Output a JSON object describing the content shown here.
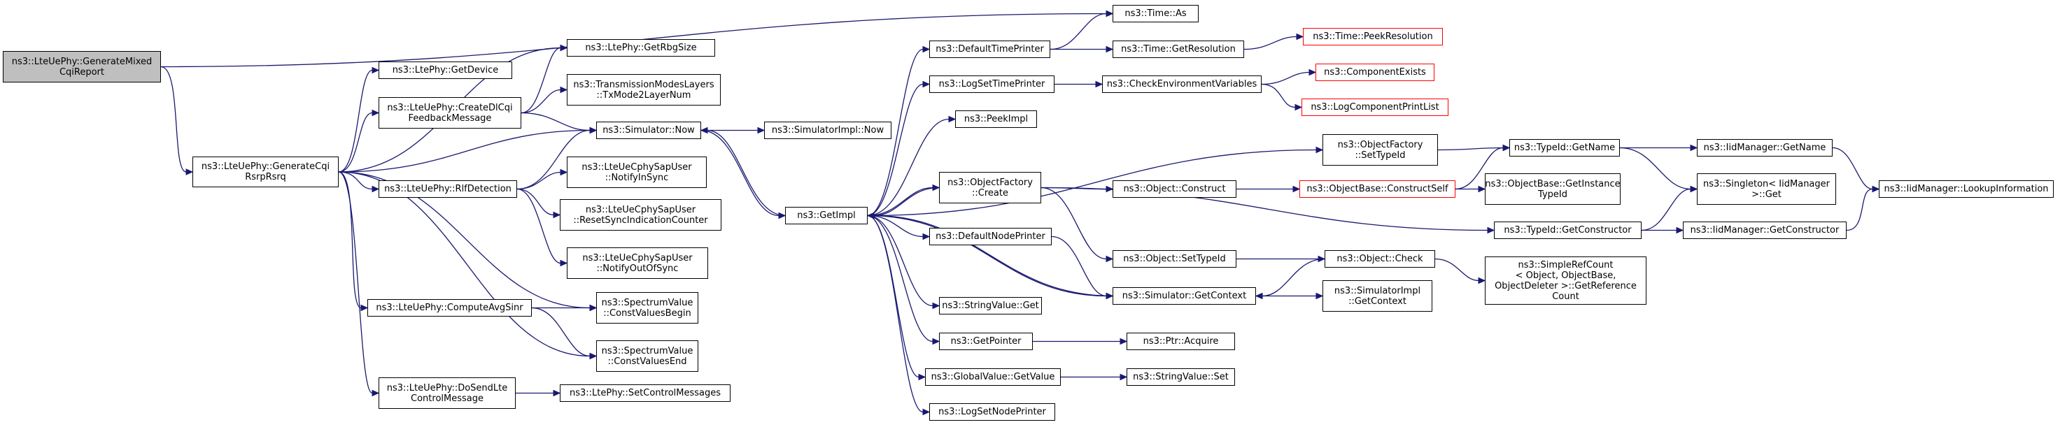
{
  "colors": {
    "edge": "#191970",
    "node_border": "#000000",
    "truncated_border": "#ff0000",
    "root_fill": "#bfbfbf"
  },
  "nodes": [
    {
      "id": "root",
      "label": "ns3::LteUePhy::GenerateMixed\nCqiReport",
      "root": true
    },
    {
      "id": "gencqi",
      "label": "ns3::LteUePhy::GenerateCqi\nRsrpRsrq"
    },
    {
      "id": "getdevice",
      "label": "ns3::LtePhy::GetDevice"
    },
    {
      "id": "getrbgsize",
      "label": "ns3::LtePhy::GetRbgSize"
    },
    {
      "id": "createdlcqi",
      "label": "ns3::LteUePhy::CreateDlCqi\nFeedbackMessage"
    },
    {
      "id": "txmode",
      "label": "ns3::TransmissionModesLayers\n::TxMode2LayerNum"
    },
    {
      "id": "simnow",
      "label": "ns3::Simulator::Now"
    },
    {
      "id": "simimplnow",
      "label": "ns3::SimulatorImpl::Now"
    },
    {
      "id": "rlf",
      "label": "ns3::LteUePhy::RlfDetection"
    },
    {
      "id": "notifyinsync",
      "label": "ns3::LteUeCphySapUser\n::NotifyInSync"
    },
    {
      "id": "resetsync",
      "label": "ns3::LteUeCphySapUser\n::ResetSyncIndicationCounter"
    },
    {
      "id": "notifyout",
      "label": "ns3::LteUeCphySapUser\n::NotifyOutOfSync"
    },
    {
      "id": "avgsinr",
      "label": "ns3::LteUePhy::ComputeAvgSinr"
    },
    {
      "id": "cvbegin",
      "label": "ns3::SpectrumValue\n::ConstValuesBegin"
    },
    {
      "id": "cvend",
      "label": "ns3::SpectrumValue\n::ConstValuesEnd"
    },
    {
      "id": "dosendlte",
      "label": "ns3::LteUePhy::DoSendLte\nControlMessage"
    },
    {
      "id": "setctrl",
      "label": "ns3::LtePhy::SetControlMessages"
    },
    {
      "id": "getimpl",
      "label": "ns3::GetImpl"
    },
    {
      "id": "defaulttime",
      "label": "ns3::DefaultTimePrinter"
    },
    {
      "id": "timeas",
      "label": "ns3::Time::As"
    },
    {
      "id": "getres",
      "label": "ns3::Time::GetResolution"
    },
    {
      "id": "peekres",
      "label": "ns3::Time::PeekResolution",
      "truncated": true
    },
    {
      "id": "logsettime",
      "label": "ns3::LogSetTimePrinter"
    },
    {
      "id": "checkenv",
      "label": "ns3::CheckEnvironmentVariables"
    },
    {
      "id": "compexists",
      "label": "ns3::ComponentExists",
      "truncated": true
    },
    {
      "id": "logcomplist",
      "label": "ns3::LogComponentPrintList",
      "truncated": true
    },
    {
      "id": "peekimpl",
      "label": "ns3::PeekImpl"
    },
    {
      "id": "objfactset",
      "label": "ns3::ObjectFactory\n::SetTypeId"
    },
    {
      "id": "typeidname",
      "label": "ns3::TypeId::GetName"
    },
    {
      "id": "iidname",
      "label": "ns3::IidManager::GetName"
    },
    {
      "id": "iidlookup",
      "label": "ns3::IidManager::LookupInformation"
    },
    {
      "id": "objfactcreate",
      "label": "ns3::ObjectFactory\n::Create"
    },
    {
      "id": "objconstruct",
      "label": "ns3::Object::Construct"
    },
    {
      "id": "constructself",
      "label": "ns3::ObjectBase::ConstructSelf",
      "truncated": true
    },
    {
      "id": "getinsttype",
      "label": "ns3::ObjectBase::GetInstance\nTypeId"
    },
    {
      "id": "singleton",
      "label": "ns3::Singleton< IidManager\n>::Get"
    },
    {
      "id": "typeidctor",
      "label": "ns3::TypeId::GetConstructor"
    },
    {
      "id": "iidctor",
      "label": "ns3::IidManager::GetConstructor"
    },
    {
      "id": "defaultnode",
      "label": "ns3::DefaultNodePrinter"
    },
    {
      "id": "objsettype",
      "label": "ns3::Object::SetTypeId"
    },
    {
      "id": "objcheck",
      "label": "ns3::Object::Check"
    },
    {
      "id": "simplerefcount",
      "label": "ns3::SimpleRefCount\n< Object, ObjectBase,\n ObjectDeleter >::GetReference\nCount"
    },
    {
      "id": "simctx",
      "label": "ns3::Simulator::GetContext"
    },
    {
      "id": "simimplctx",
      "label": "ns3::SimulatorImpl\n::GetContext"
    },
    {
      "id": "strget",
      "label": "ns3::StringValue::Get"
    },
    {
      "id": "getpointer",
      "label": "ns3::GetPointer"
    },
    {
      "id": "ptracquire",
      "label": "ns3::Ptr::Acquire"
    },
    {
      "id": "globalget",
      "label": "ns3::GlobalValue::GetValue"
    },
    {
      "id": "strset",
      "label": "ns3::StringValue::Set"
    },
    {
      "id": "logsetnode",
      "label": "ns3::LogSetNodePrinter"
    }
  ],
  "edges": [
    [
      "root",
      "gencqi"
    ],
    [
      "root",
      "timeas"
    ],
    [
      "gencqi",
      "getdevice"
    ],
    [
      "gencqi",
      "getrbgsize"
    ],
    [
      "gencqi",
      "createdlcqi"
    ],
    [
      "gencqi",
      "simnow"
    ],
    [
      "gencqi",
      "rlf"
    ],
    [
      "gencqi",
      "avgsinr"
    ],
    [
      "gencqi",
      "cvbegin"
    ],
    [
      "gencqi",
      "cvend"
    ],
    [
      "gencqi",
      "dosendlte"
    ],
    [
      "createdlcqi",
      "getrbgsize"
    ],
    [
      "createdlcqi",
      "txmode"
    ],
    [
      "createdlcqi",
      "simnow"
    ],
    [
      "simnow",
      "simimplnow"
    ],
    [
      "simnow",
      "getimpl"
    ],
    [
      "rlf",
      "simnow"
    ],
    [
      "rlf",
      "notifyinsync"
    ],
    [
      "rlf",
      "resetsync"
    ],
    [
      "rlf",
      "notifyout"
    ],
    [
      "avgsinr",
      "cvbegin"
    ],
    [
      "avgsinr",
      "cvend"
    ],
    [
      "dosendlte",
      "setctrl"
    ],
    [
      "getimpl",
      "simnow"
    ],
    [
      "getimpl",
      "defaulttime"
    ],
    [
      "getimpl",
      "logsettime"
    ],
    [
      "getimpl",
      "peekimpl"
    ],
    [
      "getimpl",
      "objfactset"
    ],
    [
      "getimpl",
      "objfactcreate"
    ],
    [
      "getimpl",
      "defaultnode"
    ],
    [
      "getimpl",
      "strget"
    ],
    [
      "getimpl",
      "getpointer"
    ],
    [
      "getimpl",
      "globalget"
    ],
    [
      "getimpl",
      "logsetnode"
    ],
    [
      "getimpl",
      "simctx"
    ],
    [
      "defaulttime",
      "timeas"
    ],
    [
      "defaulttime",
      "getres"
    ],
    [
      "getres",
      "peekres"
    ],
    [
      "logsettime",
      "checkenv"
    ],
    [
      "checkenv",
      "compexists"
    ],
    [
      "checkenv",
      "logcomplist"
    ],
    [
      "objfactset",
      "typeidname"
    ],
    [
      "typeidname",
      "iidname"
    ],
    [
      "typeidname",
      "singleton"
    ],
    [
      "iidname",
      "iidlookup"
    ],
    [
      "objfactcreate",
      "getimpl"
    ],
    [
      "objfactcreate",
      "objconstruct"
    ],
    [
      "objfactcreate",
      "objsettype"
    ],
    [
      "objfactcreate",
      "typeidctor"
    ],
    [
      "objconstruct",
      "constructself"
    ],
    [
      "constructself",
      "typeidname"
    ],
    [
      "constructself",
      "getinsttype"
    ],
    [
      "typeidctor",
      "singleton"
    ],
    [
      "typeidctor",
      "iidctor"
    ],
    [
      "iidctor",
      "iidlookup"
    ],
    [
      "defaultnode",
      "simctx"
    ],
    [
      "objsettype",
      "objcheck"
    ],
    [
      "objcheck",
      "simctx"
    ],
    [
      "objcheck",
      "simplerefcount"
    ],
    [
      "simctx",
      "getimpl"
    ],
    [
      "simctx",
      "simimplctx"
    ],
    [
      "getpointer",
      "ptracquire"
    ],
    [
      "globalget",
      "strset"
    ]
  ]
}
